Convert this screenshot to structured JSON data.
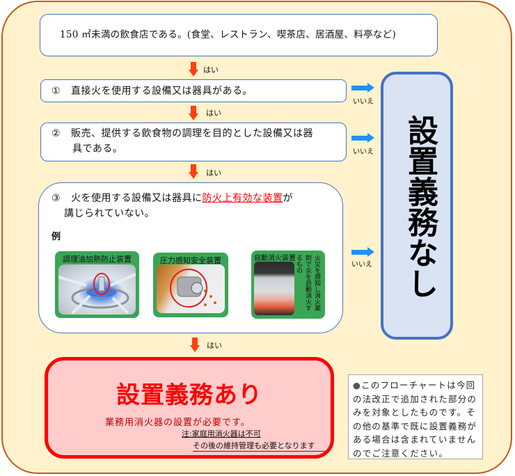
{
  "flowchart": {
    "question0": {
      "text": "150 ㎡未満の飲食店である。(食堂、レストラン、喫茶店、居酒屋、料亭など)"
    },
    "yes_label": "はい",
    "no_label": "いいえ",
    "question1": {
      "number": "①",
      "text": "直接火を使用する設備又は器具がある。"
    },
    "question2": {
      "number": "②",
      "text_line1": "販売、提供する飲食物の調理を目的とした設備又は器",
      "text_line2": "具である。"
    },
    "question3": {
      "number": "③",
      "text_before": "火を使用する設備又は器具に",
      "text_highlight": "防火上有効な装置",
      "text_after": "が",
      "text_line2": "講じられていない。",
      "example_label": "例",
      "examples": [
        {
          "label": "調理油加熱防止装置"
        },
        {
          "label": "圧力感知安全装置"
        },
        {
          "label": "自動消火装置",
          "description": "火災を感知し消火薬剤で炎を自動消火するもの"
        }
      ]
    },
    "result_no": {
      "title": "設置義務なし"
    },
    "result_yes": {
      "title": "設置義務あり",
      "subtitle": "業務用消火器の設置が必要です。",
      "note1": "注:家庭用消火器は不可",
      "note2": "その後の維持管理も必要となります"
    },
    "footnote": {
      "bullet": "●",
      "text": "このフローチャートは今回の法改正で追加された部分のみを対象としたものです。その他の基準で既に設置義務がある場合は含まれていませんのでご注意ください。"
    }
  },
  "colors": {
    "background": "#fff2cc",
    "frame_border": "#c55a11",
    "box_border": "#4472c4",
    "yes_arrow": "#ff4010",
    "no_arrow": "#1e90ff",
    "result_no_fill": "#dae3f3",
    "result_yes_fill": "#ffcccc",
    "result_yes_border": "#ff0000",
    "highlight_text": "#ff0000",
    "card_green": "#3aa655"
  }
}
